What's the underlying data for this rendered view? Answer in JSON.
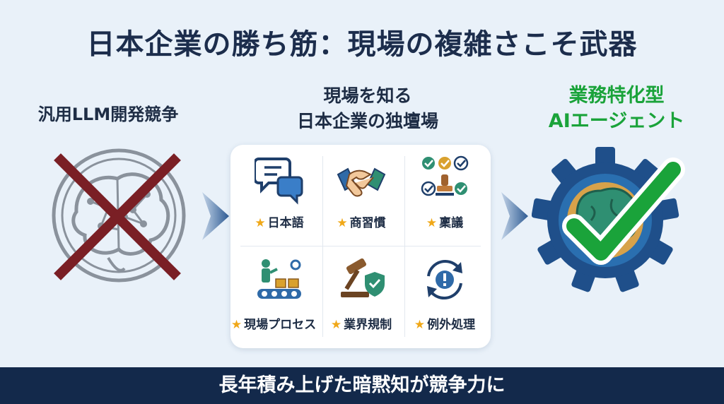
{
  "title": "日本企業の勝ち筋：現場の複雑さこそ武器",
  "left": {
    "label": "汎用LLM開発競争",
    "graphic_icon": "crossed-out-brain-globe-icon"
  },
  "middle": {
    "label_line1": "現場を知る",
    "label_line2": "日本企業の独壇場",
    "items": [
      {
        "label": "日本語",
        "icon": "speech-bubbles-icon"
      },
      {
        "label": "商習慣",
        "icon": "handshake-icon"
      },
      {
        "label": "稟議",
        "icon": "approval-checklist-stamp-icon"
      },
      {
        "label": "現場プロセス",
        "icon": "worker-conveyor-icon"
      },
      {
        "label": "業界規制",
        "icon": "gavel-shield-icon"
      },
      {
        "label": "例外処理",
        "icon": "exception-cycle-icon"
      }
    ],
    "star_icon": "star-icon"
  },
  "right": {
    "label_line1": "業務特化型",
    "label_line2": "AIエージェント",
    "graphic_icon": "gear-brain-checkmark-icon"
  },
  "banner": {
    "text": "長年積み上げた暗黙知が競争力に"
  },
  "colors": {
    "background": "#e9f1f9",
    "title": "#1c2d4c",
    "accent_green": "#1aa33a",
    "cross_red": "#7a1f25",
    "gear_blue": "#1f4f8a",
    "banner": "#13294b",
    "star": "#f0a818"
  }
}
